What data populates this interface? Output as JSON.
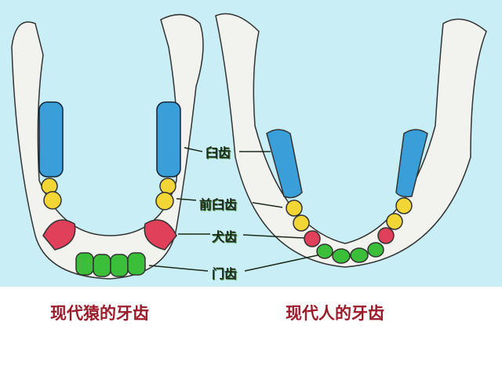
{
  "labels": {
    "molar": "臼齿",
    "premolar": "前臼齿",
    "canine": "犬齿",
    "incisor": "门齿"
  },
  "captions": {
    "ape": "现代猿的牙齿",
    "human": "现代人的牙齿"
  },
  "colors": {
    "background": "#c9eef5",
    "molar": "#3a9fd8",
    "premolar": "#f2d635",
    "canine": "#e0405a",
    "incisor": "#3bbf3b",
    "caption": "#9b1b2a"
  }
}
